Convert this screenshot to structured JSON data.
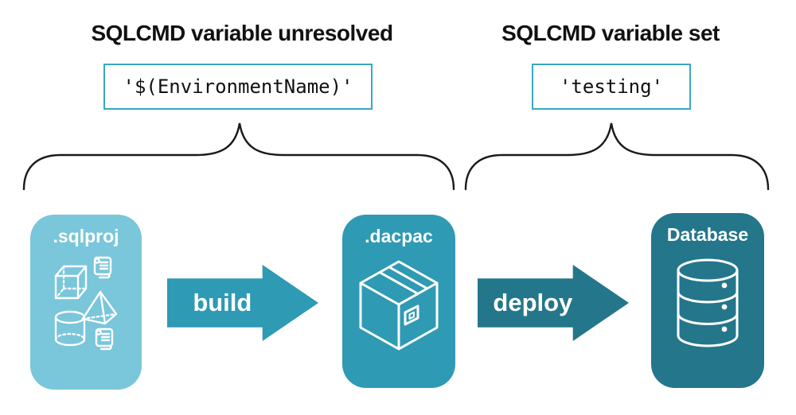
{
  "annotations": {
    "unresolved": {
      "title": "SQLCMD variable unresolved",
      "code": "'$(EnvironmentName)'"
    },
    "resolved": {
      "title": "SQLCMD variable set",
      "code": "'testing'"
    }
  },
  "pipeline": {
    "sqlproj": {
      "label": ".sqlproj",
      "icon": "sql-project-objects-icon"
    },
    "build": {
      "label": "build"
    },
    "dacpac": {
      "label": ".dacpac",
      "icon": "package-box-icon"
    },
    "deploy": {
      "label": "deploy"
    },
    "database": {
      "label": "Database",
      "icon": "database-cylinder-icon"
    }
  },
  "colors": {
    "light_blue": "#7AC6DA",
    "medium_teal": "#2E9AB4",
    "dark_teal": "#24768B",
    "code_box_border": "#3BA6C2",
    "brace_stroke": "#1A1A1A",
    "text": "#111111",
    "card_text": "#FFFFFF",
    "background": "#FFFFFF"
  }
}
